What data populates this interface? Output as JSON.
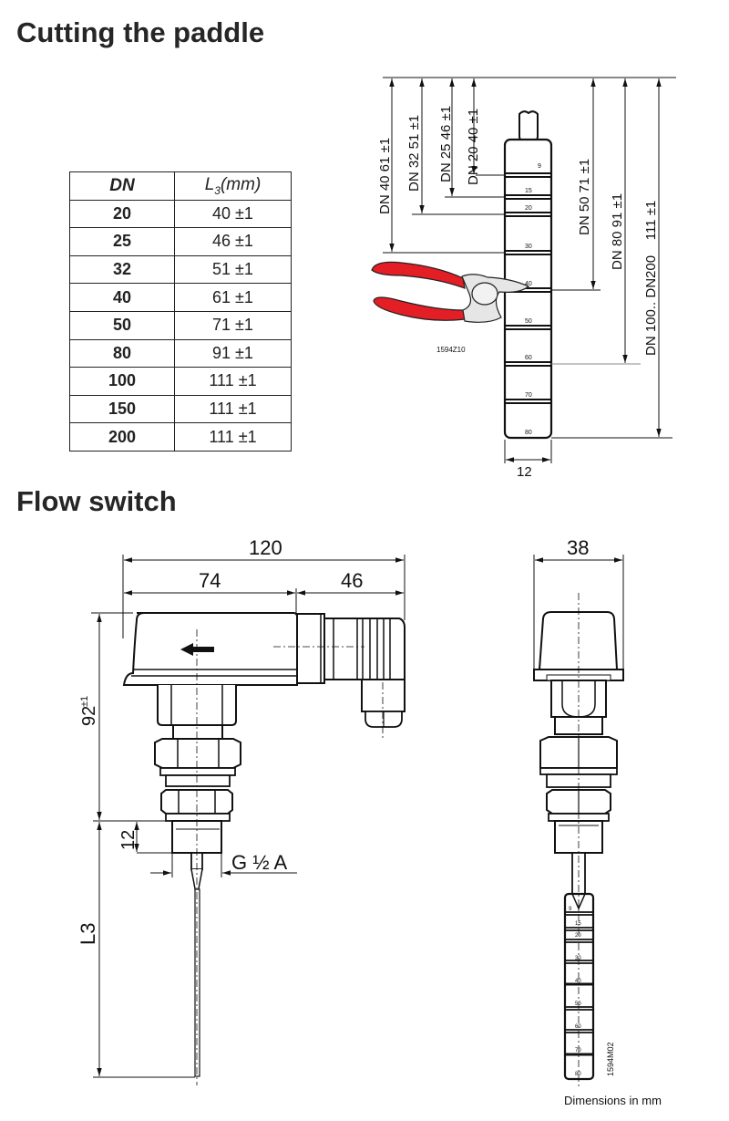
{
  "sections": {
    "cutting": {
      "title": "Cutting the paddle"
    },
    "flow": {
      "title": "Flow switch"
    }
  },
  "table": {
    "headers": {
      "dn": "DN",
      "l3_main": "L",
      "l3_sub": "3",
      "l3_unit": "(mm)"
    },
    "rows": [
      {
        "dn": "20",
        "l3": "40 ±1"
      },
      {
        "dn": "25",
        "l3": "46 ±1"
      },
      {
        "dn": "32",
        "l3": "51 ±1"
      },
      {
        "dn": "40",
        "l3": "61 ±1"
      },
      {
        "dn": "50",
        "l3": "71 ±1"
      },
      {
        "dn": "80",
        "l3": "91 ±1"
      },
      {
        "dn": "100",
        "l3": "111 ±1"
      },
      {
        "dn": "150",
        "l3": "111 ±1"
      },
      {
        "dn": "200",
        "l3": "111 ±1"
      }
    ]
  },
  "paddle_diagram": {
    "dim_labels": {
      "dn40": "DN 40  61 ±1",
      "dn32": "DN 32  51 ±1",
      "dn25": "DN 25  46 ±1",
      "dn20": "DN 20  40 ±1",
      "dn50": "DN 50  71 ±1",
      "dn80": "DN 80  91 ±1",
      "dn100": "DN 100.. DN200    111 ±1"
    },
    "scale_marks": [
      "9",
      "15",
      "20",
      "30",
      "40",
      "50",
      "60",
      "70",
      "80"
    ],
    "width_label": "12",
    "figure_code": "1594Z10",
    "plier_handle_color": "#e31e24"
  },
  "flow_switch_diagram": {
    "dims": {
      "overall_width": "120",
      "housing_width": "74",
      "connector_width": "46",
      "height": "92",
      "height_tol": "±1",
      "thread_length": "12",
      "thread": "G ½ A",
      "paddle_length": "L3",
      "side_width": "38"
    },
    "side_scale_marks": [
      "9",
      "15",
      "20",
      "30",
      "40",
      "50",
      "60",
      "70",
      "80"
    ],
    "figure_code": "1594M02",
    "note": "Dimensions in mm"
  }
}
